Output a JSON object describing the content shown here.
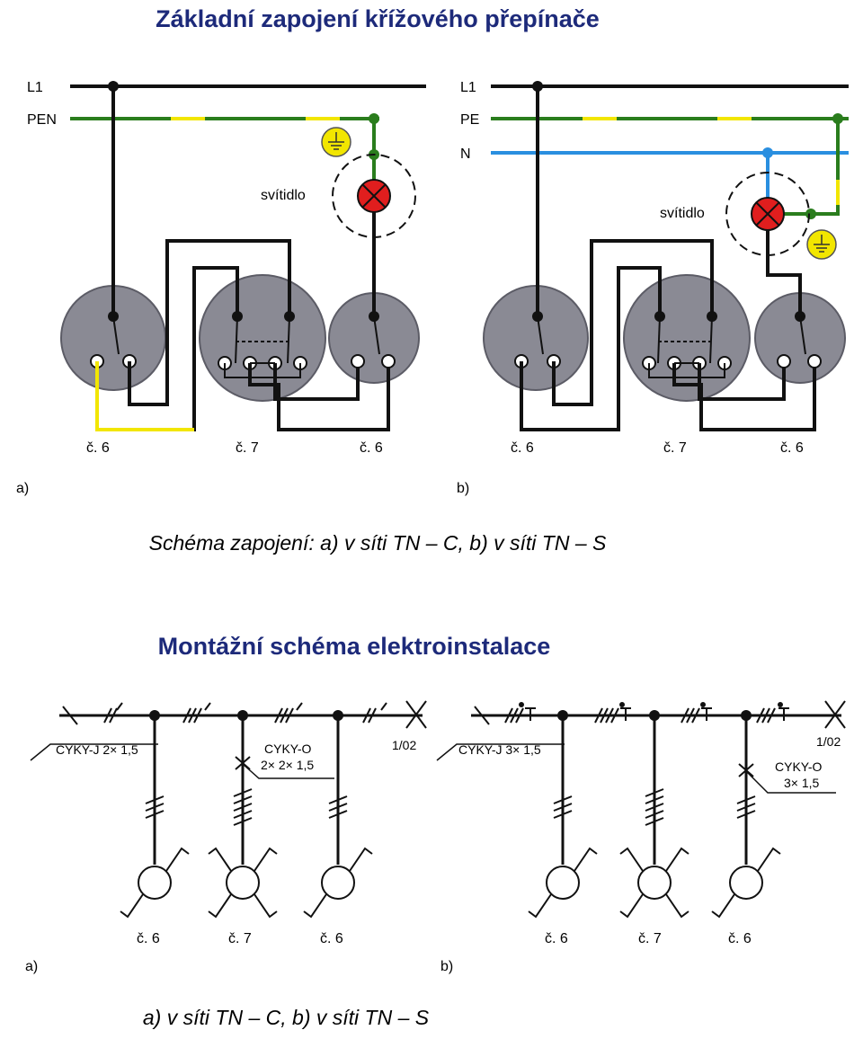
{
  "top": {
    "title": "Základní zapojení křížového přepínače",
    "caption": "Schéma zapojení: a) v síti TN – C, b) v síti TN – S",
    "left": {
      "panel_label": "a)",
      "conductors": [
        "L1",
        "PEN"
      ],
      "lamp_label": "svítidlo",
      "switch_labels": [
        "č. 6",
        "č. 7",
        "č. 6"
      ]
    },
    "right": {
      "panel_label": "b)",
      "conductors": [
        "L1",
        "PE",
        "N"
      ],
      "lamp_label": "svítidlo",
      "switch_labels": [
        "č. 6",
        "č. 7",
        "č. 6"
      ]
    }
  },
  "bottom": {
    "title": "Montážní schéma elektroinstalace",
    "caption": "a) v síti TN – C, b) v síti TN – S",
    "left": {
      "panel_label": "a)",
      "cable_main": "CYKY-J 2× 1,5",
      "cable_branch_1": "CYKY-O",
      "cable_branch_2": "2× 2× 1,5",
      "ref": "1/02",
      "switch_labels": [
        "č. 6",
        "č. 7",
        "č. 6"
      ]
    },
    "right": {
      "panel_label": "b)",
      "cable_main": "CYKY-J 3× 1,5",
      "cable_branch_1": "CYKY-O",
      "cable_branch_2": "3× 1,5",
      "ref": "1/02",
      "switch_labels": [
        "č. 6",
        "č. 7",
        "č. 6"
      ]
    }
  },
  "colors": {
    "title": "#1d2a7a",
    "phase": "#111111",
    "pe_green": "#2a7d1d",
    "pe_yellow": "#f2e600",
    "neutral_blue": "#2a8fe0",
    "lamp_red": "#e01e1e",
    "earth_symbol": "#f2e600",
    "switch_box": "#8a8a94"
  },
  "icons": [
    "earth-symbol-icon",
    "lamp-icon",
    "switch-icon"
  ]
}
